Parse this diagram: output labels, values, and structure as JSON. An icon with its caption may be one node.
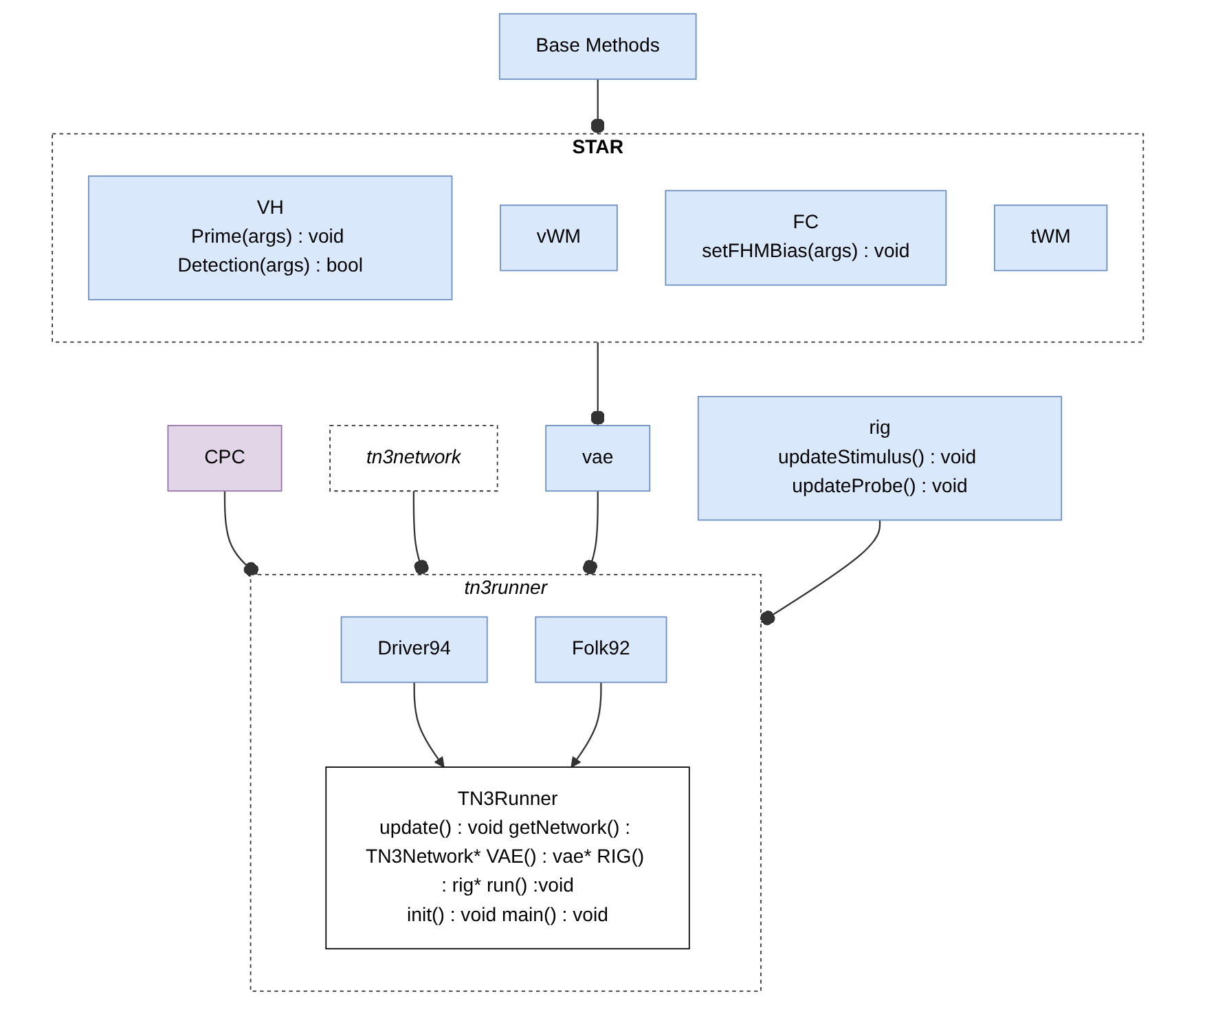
{
  "diagram": {
    "nodes": [
      {
        "text": [
          "CPC"
        ]
      },
      {
        "text": [
          "tn3network"
        ]
      },
      {
        "text": [
          "tn3runner"
        ]
      },
      {
        "text": [
          "TN3Runner",
          "update() : void getNetwork() : TN3Network* VAE() : vae* RIG() : rig* run() :void",
          "init() : void main() : void"
        ],
        "in": 2
      },
      {
        "text": [
          "Driver94"
        ],
        "in": 2
      },
      {
        "text": [
          "Folk92"
        ],
        "in": 2
      },
      {
        "text": [
          "vae"
        ]
      },
      {
        "text": [
          "STAR"
        ]
      },
      {
        "text": [
          "VH",
          "Prime(args) : void Detection(args) : bool"
        ],
        "in": 7
      },
      {
        "text": [
          "vWM"
        ],
        "in": 7
      },
      {
        "text": [
          "FC",
          "setFHMBias(args) : void"
        ],
        "in": 7
      },
      {
        "text": [
          "tWM"
        ],
        "in": 7
      },
      {
        "text": [
          "rig",
          "updateStimulus() : void updateProbe() : void"
        ]
      },
      {
        "text": [
          "Base Methods"
        ]
      }
    ],
    "edges": [
      {
        "from": 0,
        "to": 2,
        "arrow": "other"
      },
      {
        "from": 1,
        "to": 2,
        "arrow": "other"
      },
      {
        "from": 6,
        "to": 2,
        "arrow": "other"
      },
      {
        "from": 7,
        "to": 6,
        "arrow": "other"
      },
      {
        "from": 4,
        "to": 3,
        "arrow": "to"
      },
      {
        "from": 5,
        "to": 3,
        "arrow": "to"
      },
      {
        "from": 12,
        "to": 2,
        "arrow": "other"
      },
      {
        "from": 13,
        "to": 7,
        "arrow": "other"
      }
    ]
  }
}
